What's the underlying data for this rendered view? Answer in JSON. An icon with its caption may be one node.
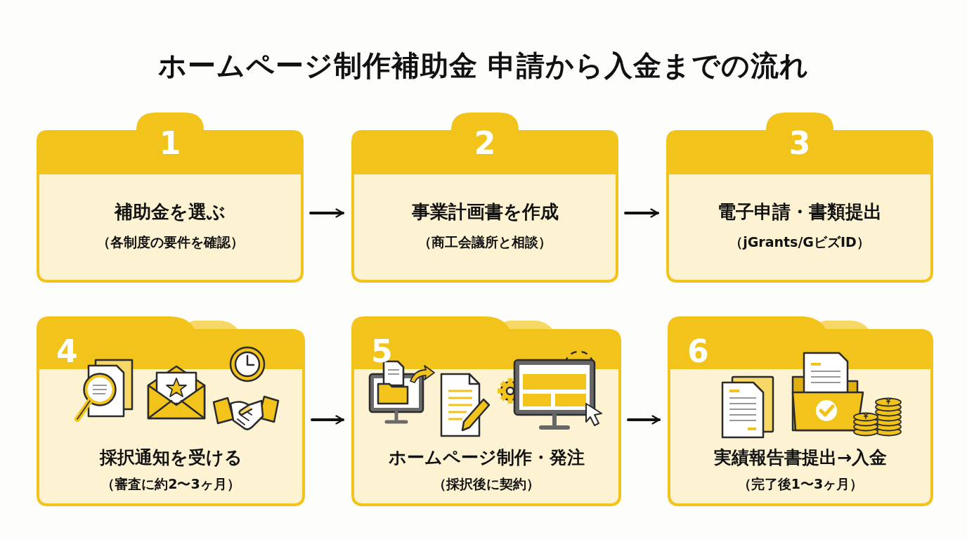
{
  "diagram": {
    "title": "ホームページ制作補助金 申請から入金までの流れ",
    "nodes": [
      {
        "text": [
          "1",
          "補助金を選ぶ",
          "（各制度の要件を確認）"
        ]
      },
      {
        "text": [
          "2",
          "事業計画書を作成",
          "（商工会議所と相談）"
        ]
      },
      {
        "text": [
          "3",
          "電子申請・書類提出",
          "（jGrants/GビズID）"
        ]
      },
      {
        "text": [
          "4",
          "採択通知を受ける",
          "（審査に約2〜3ヶ月）"
        ]
      },
      {
        "text": [
          "5",
          "ホームページ制作・発注",
          "（採択後に契約）"
        ]
      },
      {
        "text": [
          "6",
          "実績報告書提出→入金",
          "（完了後1〜3ヶ月）"
        ]
      }
    ],
    "edges": [
      {
        "from": 0,
        "to": 1,
        "arrow": "to"
      },
      {
        "from": 1,
        "to": 2,
        "arrow": "to"
      },
      {
        "from": 3,
        "to": 4,
        "arrow": "to"
      },
      {
        "from": 4,
        "to": 5,
        "arrow": "to"
      }
    ]
  }
}
